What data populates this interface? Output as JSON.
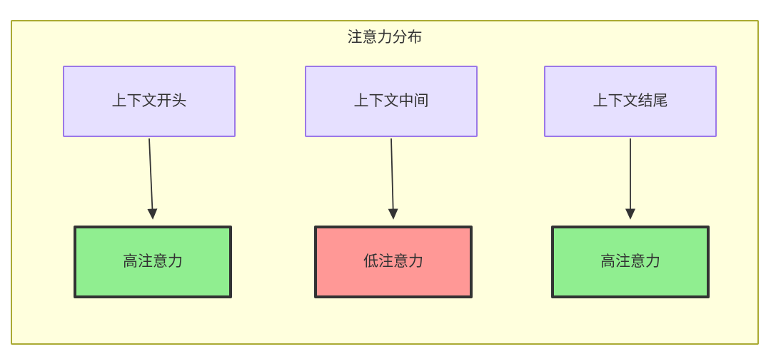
{
  "diagram": {
    "title": "注意力分布",
    "colors": {
      "container_fill": "#ffffdd",
      "container_border": "#aaaa33",
      "context_fill": "#e6e0ff",
      "context_border": "#9b78e8",
      "high_attention_fill": "#90ee90",
      "low_attention_fill": "#ff9896",
      "node_border": "#333333",
      "edge": "#333333",
      "text": "#333333"
    },
    "columns": [
      {
        "context_label": "上下文开头",
        "attention_label": "高注意力",
        "attention_level": "high"
      },
      {
        "context_label": "上下文中间",
        "attention_label": "低注意力",
        "attention_level": "low"
      },
      {
        "context_label": "上下文结尾",
        "attention_label": "高注意力",
        "attention_level": "high"
      }
    ]
  }
}
